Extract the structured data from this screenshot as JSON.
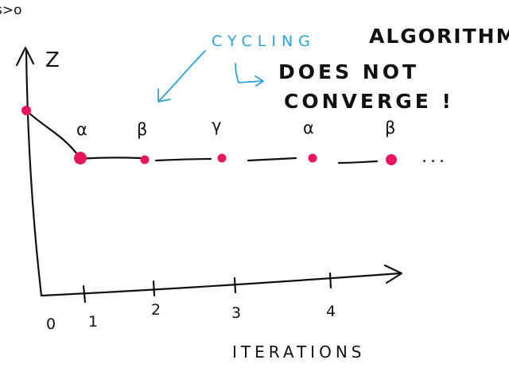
{
  "corner_text": "s>o",
  "y_axis_label": "Z",
  "x_axis_label": "ITERATIONS",
  "tick_labels": [
    "0",
    "1",
    "2",
    "3",
    "4"
  ],
  "point_labels": [
    "α",
    "β",
    "γ",
    "α",
    "β"
  ],
  "ellipsis": "...",
  "cycling_label": "CYCLING",
  "headline": {
    "line1": "ALGORITHM",
    "line2": "DOES NOT",
    "line3": "CONVERGE !"
  },
  "colors": {
    "ink": "#111111",
    "points": "#e8175d",
    "annotation": "#2ba3d6"
  }
}
